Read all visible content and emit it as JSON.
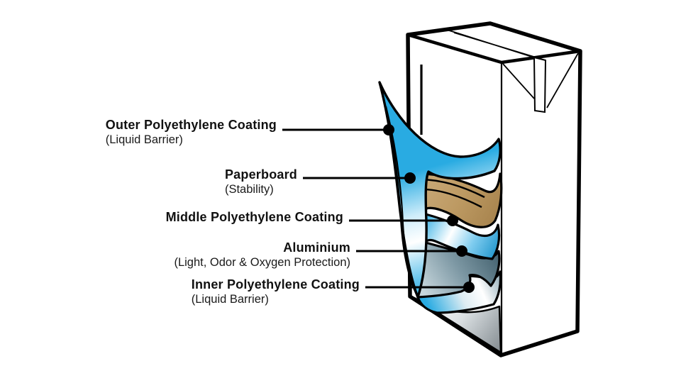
{
  "diagram": {
    "labels": [
      {
        "name": "Outer Polyethylene Coating",
        "sub": "(Liquid Barrier)"
      },
      {
        "name": "Paperboard",
        "sub": "(Stability)"
      },
      {
        "name": "Middle Polyethylene Coating",
        "sub": ""
      },
      {
        "name": "Aluminium",
        "sub": "(Light, Odor & Oxygen Protection)"
      },
      {
        "name": "Inner Polyethylene Coating",
        "sub": "(Liquid Barrier)"
      }
    ],
    "colors": {
      "polyethylene_blue": "#29ABE2",
      "paperboard_tan": "#BD9A63",
      "aluminium_gray": "#5F7A87",
      "inside_silver": "#8E989E",
      "outline_black": "#000000",
      "background": "#FFFFFF"
    }
  }
}
